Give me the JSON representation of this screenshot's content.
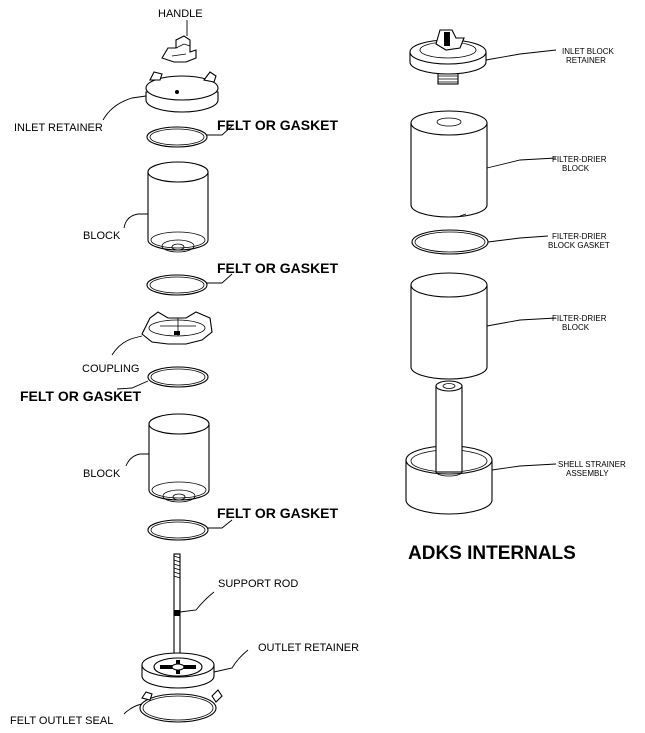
{
  "left_labels": {
    "handle": "HANDLE",
    "inlet_retainer": "INLET RETAINER",
    "felt_gasket_1": "FELT OR GASKET",
    "block_1": "BLOCK",
    "felt_gasket_2": "FELT OR GASKET",
    "coupling": "COUPLING",
    "felt_gasket_3": "FELT OR GASKET",
    "block_2": "BLOCK",
    "felt_gasket_4": "FELT OR GASKET",
    "support_rod": "SUPPORT ROD",
    "outlet_retainer": "OUTLET RETAINER",
    "felt_outlet_seal": "FELT OUTLET SEAL"
  },
  "right_labels": {
    "inlet_block_retainer": [
      "INLET BLOCK",
      "RETAINER"
    ],
    "filter_drier_block_1": [
      "FILTER-DRIER",
      "BLOCK"
    ],
    "filter_drier_block_gasket": [
      "FILTER-DRIER",
      "BLOCK GASKET"
    ],
    "filter_drier_block_2": [
      "FILTER-DRIER",
      "BLOCK"
    ],
    "shell_strainer_assembly": [
      "SHELL STRAINER",
      "ASSEMBLY"
    ]
  },
  "title": "ADKS INTERNALS"
}
